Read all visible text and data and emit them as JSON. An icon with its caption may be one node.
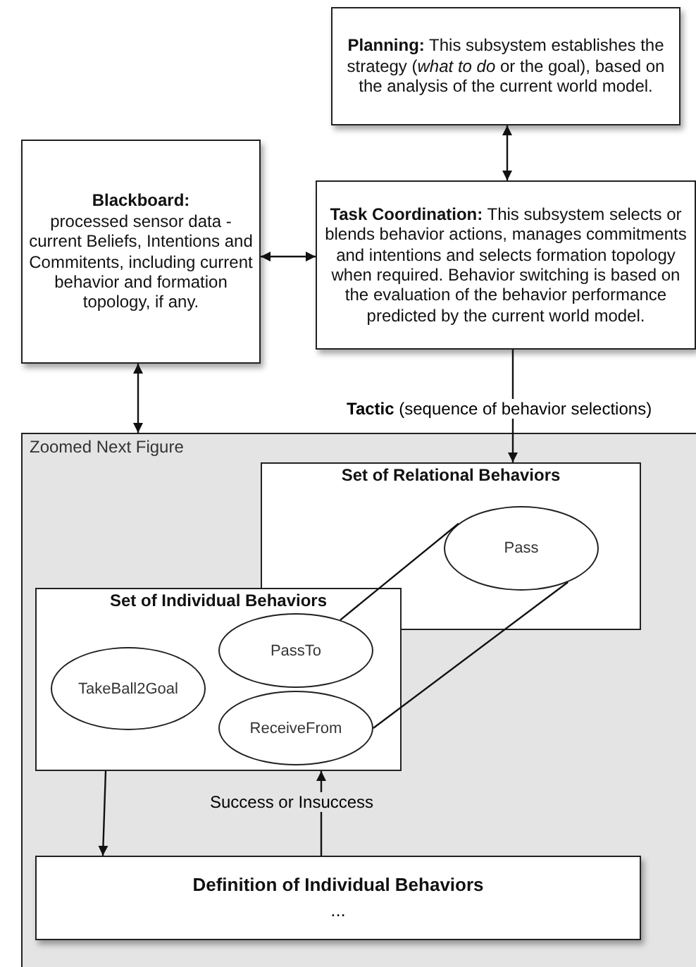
{
  "diagram": {
    "nodes": [
      {
        "text": [
          "**Planning:** This subsystem establishes the strategy (*what to do* or the goal), based on the analysis of the current world model."
        ]
      },
      {
        "text": [
          "Blackboard:",
          "processed sensor data - current Beliefs, Intentions and Commitents, including current behavior and formation topology, if any."
        ]
      },
      {
        "text": [
          "**Task Coordination:** This subsystem selects or blends behavior actions, manages commitments and intentions and selects formation topology when required. Behavior switching is based on the evaluation of the behavior performance predicted by the current world model."
        ]
      },
      {
        "text": [
          "Zoomed Next Figure"
        ]
      },
      {
        "text": [
          "Set of Relational Behaviors"
        ],
        "in": 3
      },
      {
        "text": [
          "Set of Individual Behaviors"
        ],
        "in": 3
      },
      {
        "text": [
          "TakeBall2Goal"
        ],
        "in": 5
      },
      {
        "text": [
          "PassTo"
        ],
        "in": 5
      },
      {
        "text": [
          "ReceiveFrom"
        ],
        "in": 5
      },
      {
        "text": [
          "Pass"
        ],
        "in": 4
      },
      {
        "text": [
          "Definition of Individual Behaviors",
          "..."
        ],
        "in": 3
      }
    ],
    "edges": [
      {
        "from": 0,
        "to": 2,
        "arrow": "both"
      },
      {
        "from": 1,
        "to": 2,
        "arrow": "both"
      },
      {
        "from": 1,
        "to": 3,
        "arrow": "both"
      },
      {
        "from": 2,
        "to": 4,
        "arrow": "to",
        "label": "**Tactic** (sequence of behavior selections)"
      },
      {
        "from": 9,
        "to": 7,
        "arrow": "none"
      },
      {
        "from": 9,
        "to": 8,
        "arrow": "none"
      },
      {
        "from": 5,
        "to": 10,
        "arrow": "to"
      },
      {
        "from": 10,
        "to": 5,
        "arrow": "to",
        "label": "Success or Insuccess"
      }
    ]
  }
}
